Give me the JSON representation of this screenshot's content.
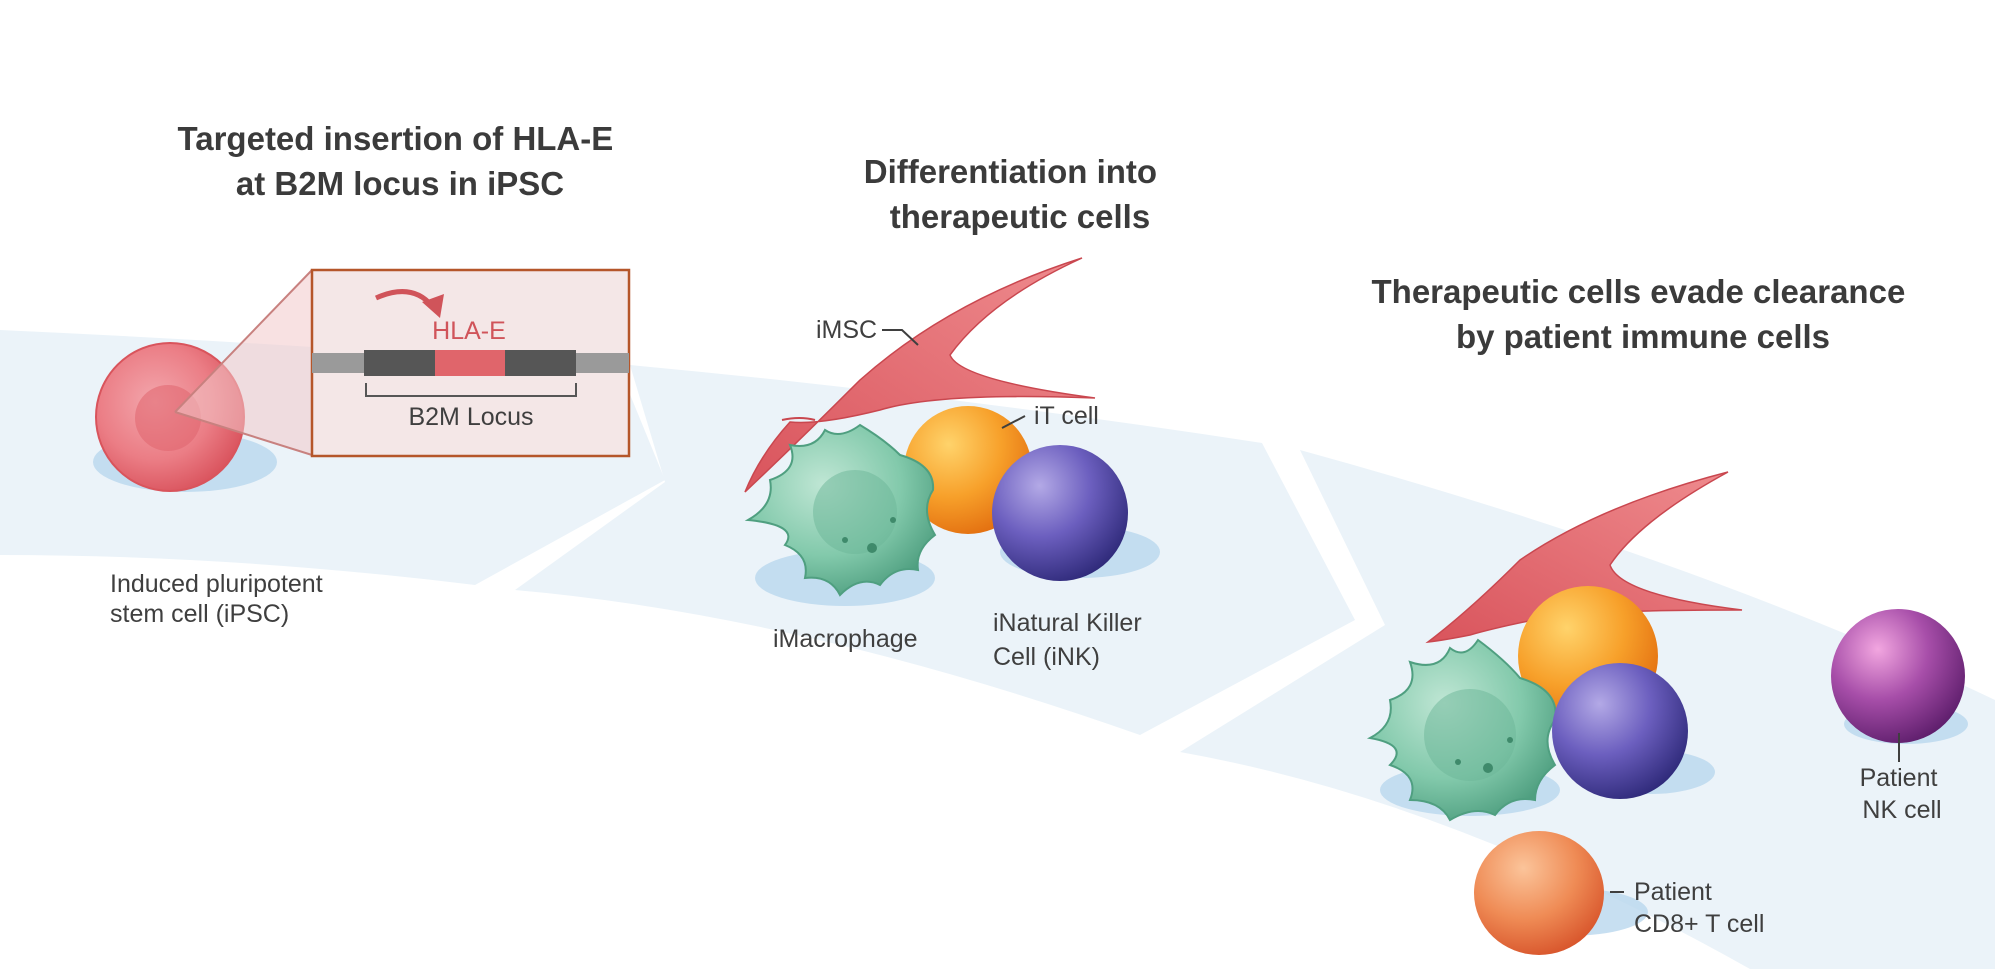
{
  "headings": {
    "step1": [
      "Targeted insertion of HLA-E",
      "at B2M locus in iPSC"
    ],
    "step2": [
      "Differentiation into",
      "therapeutic cells"
    ],
    "step3": [
      "Therapeutic cells evade clearance",
      "by patient immune cells"
    ]
  },
  "inset": {
    "insert_label": "HLA-E",
    "locus_label": "B2M Locus"
  },
  "labels": {
    "ipsc": [
      "Induced pluripotent",
      "stem cell (iPSC)"
    ],
    "imsc": "iMSC",
    "it_cell": "iT cell",
    "imacrophage": "iMacrophage",
    "ink": [
      "iNatural Killer",
      "Cell (iNK)"
    ],
    "patient_nk": [
      "Patient",
      "NK cell"
    ],
    "patient_cd8": [
      "Patient",
      "CD8+ T cell"
    ]
  },
  "colors": {
    "band": "#ebf3f9",
    "ipsc": "#e86f78",
    "msc": "#e2696f",
    "macrophage": "#7fc5a8",
    "t_cell": "#f39421",
    "nk_cell": "#5b4fa2",
    "patient_nk": "#9a3e9c",
    "patient_cd8": "#ec7e4f",
    "inset_border": "#b5562a",
    "inset_fill": "#f4e7e7",
    "hla_segment": "#e0656b"
  }
}
